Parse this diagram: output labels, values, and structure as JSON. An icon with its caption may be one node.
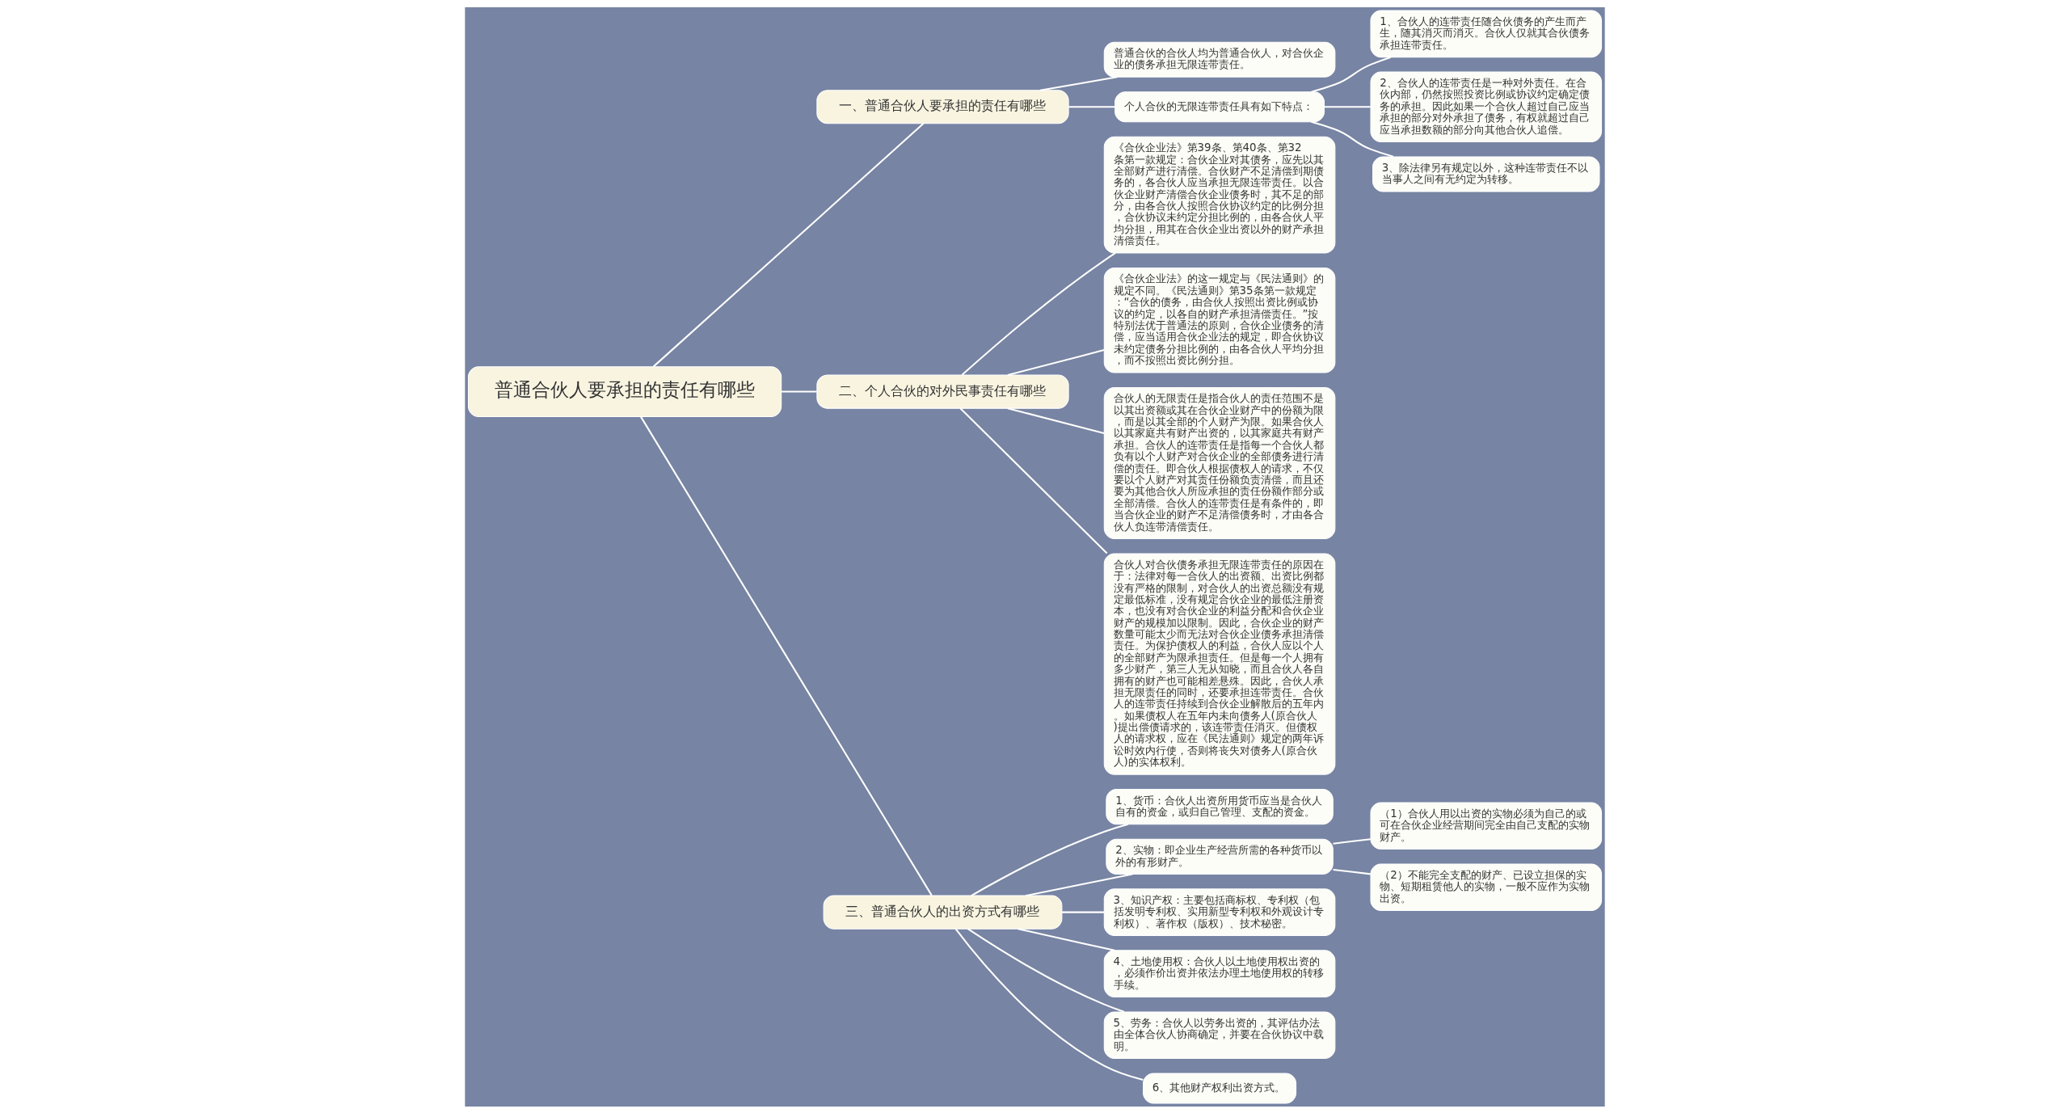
{
  "diagram": {
    "nodes": [
      {
        "text": [
          "普通合伙人要承担的责任有哪些"
        ]
      },
      {
        "text": [
          "一、普通合伙人要承担的责任有哪些"
        ]
      },
      {
        "text": [
          "普通合伙的合伙人均为普通合伙人，对合伙企业的债务承担无限连带责任。"
        ]
      },
      {
        "text": [
          "个人合伙的无限连带责任具有如下特点："
        ]
      },
      {
        "text": [
          "1、合伙人的连带责任随合伙债务的产生而产生，随其消灭而消灭。合伙人仅就其合伙债务承担连带责任。"
        ]
      },
      {
        "text": [
          "2、合伙人的连带责任是一种对外责任。在合伙内部，仍然按照投资比例或协议约定确定债务的承担。因此如果一个合伙人超过自己应当承担的部分对外承担了债务，有权就超过自己应当承担数额的部分向其他合伙人追偿。"
        ]
      },
      {
        "text": [
          "3、除法律另有规定以外，这种连带责任不以当事人之间有无约定为转移。"
        ]
      },
      {
        "text": [
          "二、个人合伙的对外民事责任有哪些"
        ]
      },
      {
        "text": [
          "《合伙企业法》第39条、第40条、第32条第一款规定：合伙企业对其债务，应先以其全部财产进行清偿。合伙财产不足清偿到期债务的，各合伙人应当承担无限连带责任。以合伙企业财产清偿合伙企业债务时，其不足的部分，由各合伙人按照合伙协议约定的比例分担，合伙协议未约定分担比例的，由各合伙人平均分担，用其在合伙企业出资以外的财产承担清偿责任。"
        ]
      },
      {
        "text": [
          "《合伙企业法》的这一规定与《民法通则》的规定不同。《民法通则》第35条第一款规定：“合伙的债务，由合伙人按照出资比例或协议的约定，以各自的财产承担清偿责任。”按特别法优于普通法的原则，合伙企业债务的清偿，应当适用合伙企业法的规定，即合伙协议未约定债务分担比例的，由各合伙人平均分担，而不按照出资比例分担。"
        ]
      },
      {
        "text": [
          "合伙人的无限责任是指合伙人的责任范围不是以其出资额或其在合伙企业财产中的份额为限，而是以其全部的个人财产为限。如果合伙人以其家庭共有财产出资的，以其家庭共有财产承担。合伙人的连带责任是指每一个合伙人都负有以个人财产对合伙企业的全部债务进行清偿的责任。即合伙人根据债权人的请求，不仅要以个人财产对其责任份额负责清偿，而且还要为其他合伙人所应承担的责任份额作部分或全部清偿。合伙人的连带责任是有条件的，即当合伙企业的财产不足清偿债务时，才由各合伙人负连带清偿责任。"
        ]
      },
      {
        "text": [
          "合伙人对合伙债务承担无限连带责任的原因在于：法律对每一合伙人的出资额、出资比例都没有严格的限制，对合伙人的出资总额没有规定最低标准，没有规定合伙企业的最低注册资本，也没有对合伙企业的利益分配和合伙企业财产的规模加以限制。因此，合伙企业的财产数量可能太少而无法对合伙企业债务承担清偿责任。为保护债权人的利益，合伙人应以个人的全部财产为限承担责任。但是每一个人拥有多少财产，第三人无从知晓，而且合伙人各自拥有的财产也可能相差悬殊。因此，合伙人承担无限责任的同时，还要承担连带责任。合伙人的连带责任持续到合伙企业解散后的五年内。如果债权人在五年内未向债务人(原合伙人)提出偿债请求的，该连带责任消灭。但债权人的请求权，应在《民法通则》规定的两年诉讼时效内行使，否则将丧失对债务人(原合伙人)的实体权利。"
        ]
      },
      {
        "text": [
          "三、普通合伙人的出资方式有哪些"
        ]
      },
      {
        "text": [
          "1、货币：合伙人出资所用货币应当是合伙人自有的资金，或归自己管理、支配的资金。"
        ]
      },
      {
        "text": [
          "2、实物：即企业生产经营所需的各种货币以外的有形财产。"
        ]
      },
      {
        "text": [
          "（1）合伙人用以出资的实物必须为自己的或可在合伙企业经营期间完全由自己支配的实物财产。"
        ]
      },
      {
        "text": [
          "（2）不能完全支配的财产、已设立担保的实物、短期租赁他人的实物，一般不应作为实物出资。"
        ]
      },
      {
        "text": [
          "3、知识产权：主要包括商标权、专利权（包括发明专利权、实用新型专利权和外观设计专利权）、著作权（版权）、技术秘密。"
        ]
      },
      {
        "text": [
          "4、土地使用权：合伙人以土地使用权出资的，必须作价出资并依法办理土地使用权的转移手续。"
        ]
      },
      {
        "text": [
          "5、劳务：合伙人以劳务出资的，其评估办法由全体合伙人协商确定，并要在合伙协议中载明。"
        ]
      },
      {
        "text": [
          "6、其他财产权利出资方式。"
        ]
      }
    ],
    "edges": [
      {
        "from": 0,
        "to": 1,
        "arrow": "none"
      },
      {
        "from": 1,
        "to": 2,
        "arrow": "none"
      },
      {
        "from": 1,
        "to": 3,
        "arrow": "none"
      },
      {
        "from": 3,
        "to": 4,
        "arrow": "none"
      },
      {
        "from": 3,
        "to": 5,
        "arrow": "none"
      },
      {
        "from": 3,
        "to": 6,
        "arrow": "none"
      },
      {
        "from": 0,
        "to": 7,
        "arrow": "none"
      },
      {
        "from": 7,
        "to": 8,
        "arrow": "none"
      },
      {
        "from": 7,
        "to": 9,
        "arrow": "none"
      },
      {
        "from": 7,
        "to": 10,
        "arrow": "none"
      },
      {
        "from": 7,
        "to": 11,
        "arrow": "none"
      },
      {
        "from": 0,
        "to": 12,
        "arrow": "none"
      },
      {
        "from": 12,
        "to": 13,
        "arrow": "none"
      },
      {
        "from": 12,
        "to": 14,
        "arrow": "none"
      },
      {
        "from": 14,
        "to": 15,
        "arrow": "none"
      },
      {
        "from": 14,
        "to": 16,
        "arrow": "none"
      },
      {
        "from": 12,
        "to": 17,
        "arrow": "none"
      },
      {
        "from": 12,
        "to": 18,
        "arrow": "none"
      },
      {
        "from": 12,
        "to": 19,
        "arrow": "none"
      },
      {
        "from": 12,
        "to": 20,
        "arrow": "none"
      }
    ]
  }
}
